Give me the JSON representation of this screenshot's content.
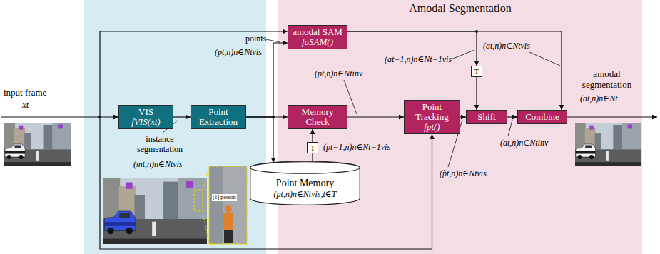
{
  "diagram": {
    "nodes": [
      {
        "text": [
          "VIS",
          "fVIS(xt)"
        ]
      },
      {
        "text": [
          "Point Extraction"
        ]
      },
      {
        "text": [
          "Point Memory",
          "(pt,n)n∈Ntvis,t∈T"
        ]
      },
      {
        "text": [
          "Amodal Segmentation"
        ]
      },
      {
        "text": [
          "amodal SAM",
          "faSAM()"
        ],
        "in": 3
      },
      {
        "text": [
          "Memory Check"
        ],
        "in": 3
      },
      {
        "text": [
          "T"
        ],
        "in": 3
      },
      {
        "text": [
          "Point Tracking",
          "fpt()"
        ],
        "in": 3
      },
      {
        "text": [
          "T"
        ],
        "in": 3
      },
      {
        "text": [
          "Shift"
        ],
        "in": 3
      },
      {
        "text": [
          "Combine"
        ],
        "in": 3
      }
    ],
    "edges": [
      {
        "from": 0,
        "to": 1,
        "arrow": "to"
      },
      {
        "from": 1,
        "to": 5,
        "arrow": "to"
      },
      {
        "from": 1,
        "to": 4,
        "arrow": "to"
      },
      {
        "from": 1,
        "to": 2,
        "arrow": "to"
      },
      {
        "from": 2,
        "to": 6,
        "arrow": "none"
      },
      {
        "from": 6,
        "to": 5,
        "arrow": "to"
      },
      {
        "from": 5,
        "to": 7,
        "arrow": "to"
      },
      {
        "from": 7,
        "to": 9,
        "arrow": "to"
      },
      {
        "from": 9,
        "to": 10,
        "arrow": "to"
      },
      {
        "from": 4,
        "to": 10,
        "arrow": "to"
      },
      {
        "from": 4,
        "to": 8,
        "arrow": "to"
      },
      {
        "from": 8,
        "to": 9,
        "arrow": "to"
      }
    ],
    "labels": [
      "input frame",
      "xt",
      "instance segmentation",
      "(mt,n)n∈Ntvis",
      "points",
      "(pt,n)n∈Ntvis",
      "(pt,n)n∈Ntinv",
      "(at,n)n∈Ntvis",
      "(at−1,n)n∈Nt−1vis",
      "(pt−1,n)n∈Nt−1vis",
      "(at,n)n∈Ntinv",
      "(p̂t,n)n∈Ntvis",
      "amodal segmentation",
      "(at,n)n∈Nt",
      "[1] person"
    ]
  }
}
